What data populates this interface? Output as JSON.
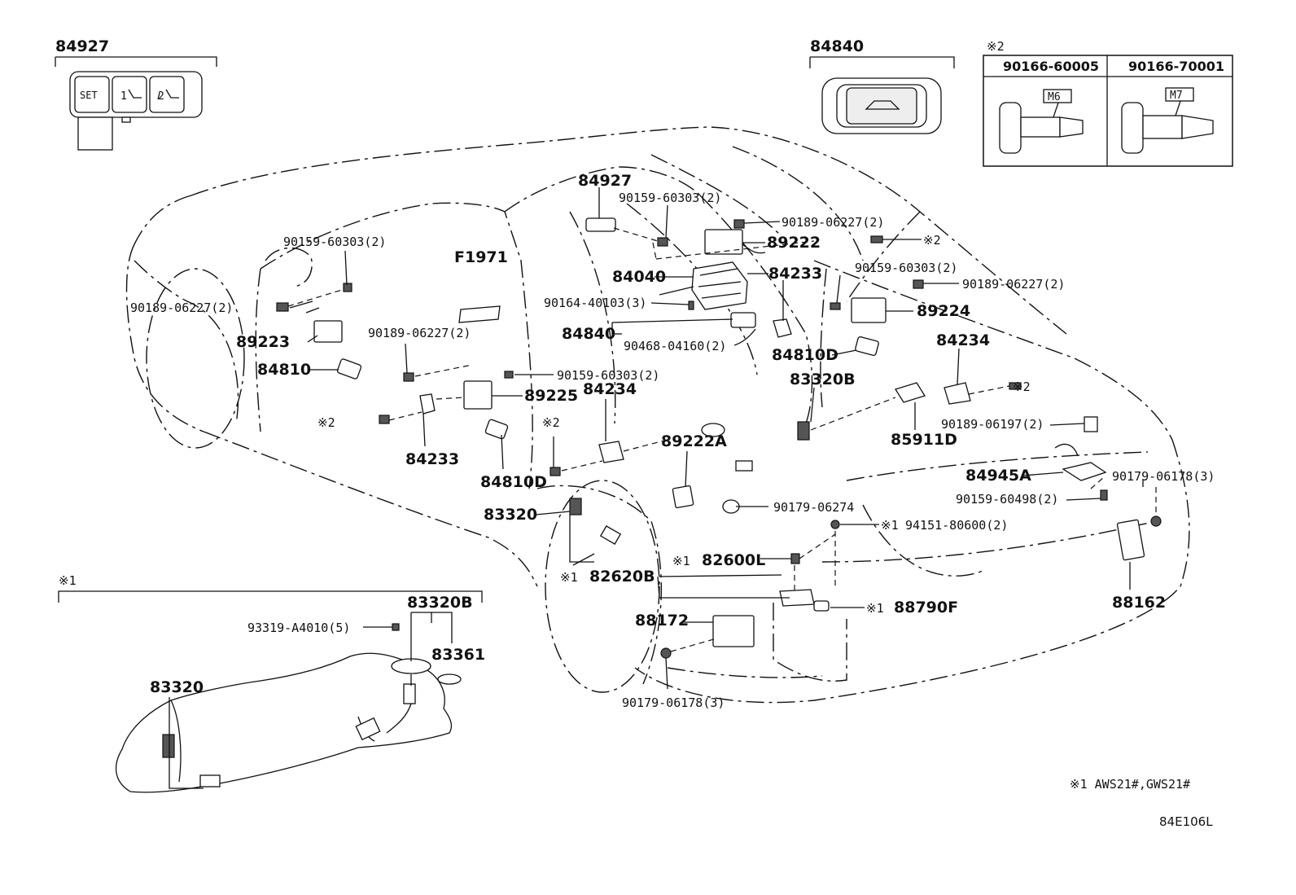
{
  "insets": {
    "switch_84927": {
      "part": "84927",
      "buttons": [
        "SET",
        "1",
        "2"
      ]
    },
    "switch_84840": {
      "part": "84840"
    },
    "bolt_table": {
      "ref": "※2",
      "col1_part": "90166-60005",
      "col1_size": "M6",
      "col2_part": "90166-70001",
      "col2_size": "M7"
    },
    "fuel_inset": {
      "ref": "※1"
    }
  },
  "labels": {
    "p84927": "84927",
    "p90159_a": "90159-60303(2)",
    "p90189_a": "90189-06227(2)",
    "p89222": "89222",
    "ref2_a": "※2",
    "p90159_b": "90159-60303(2)",
    "p90189_b": "90189-06227(2)",
    "pF1971": "F1971",
    "p84040": "84040",
    "p84233_a": "84233",
    "p90159_c": "90159-60303(2)",
    "p90189_c": "90189-06227(2)",
    "p90164": "90164-40103(3)",
    "p89224": "89224",
    "p89223": "89223",
    "p90189_d": "90189-06227(2)",
    "p84840": "84840",
    "p90468": "90468-04160(2)",
    "p84810D_a": "84810D",
    "p84234_a": "84234",
    "p84810": "84810",
    "p90159_d": "90159-60303(2)",
    "p89225": "89225",
    "p83320B_a": "83320B",
    "ref2_b": "※2",
    "ref2_c": "※2",
    "p84234_b": "84234",
    "p85911D": "85911D",
    "p90189_e": "90189-06197(2)",
    "ref2_d": "※2",
    "p84233_b": "84233",
    "p89222A": "89222A",
    "p84945A": "84945A",
    "p90179_a": "90179-06178(3)",
    "p84810D_b": "84810D",
    "p90179_b": "90179-06274",
    "p90159_e": "90159-60498(2)",
    "p83320_a": "83320",
    "ref1_a": "※1",
    "p94151": "94151-80600(2)",
    "ref1_b": "※1",
    "p82600L": "82600L",
    "ref1_c": "※1",
    "p82620B": "82620B",
    "p83320B_b": "83320B",
    "p88172": "88172",
    "ref1_d": "※1",
    "p88790F": "88790F",
    "p88162": "88162",
    "p93319": "93319-A4010(5)",
    "p83361": "83361",
    "p83320_b": "83320",
    "p90179_c": "90179-06178(3)"
  },
  "footnote": "※1 AWS21#,GWS21#",
  "diagram_code": "84E106L"
}
